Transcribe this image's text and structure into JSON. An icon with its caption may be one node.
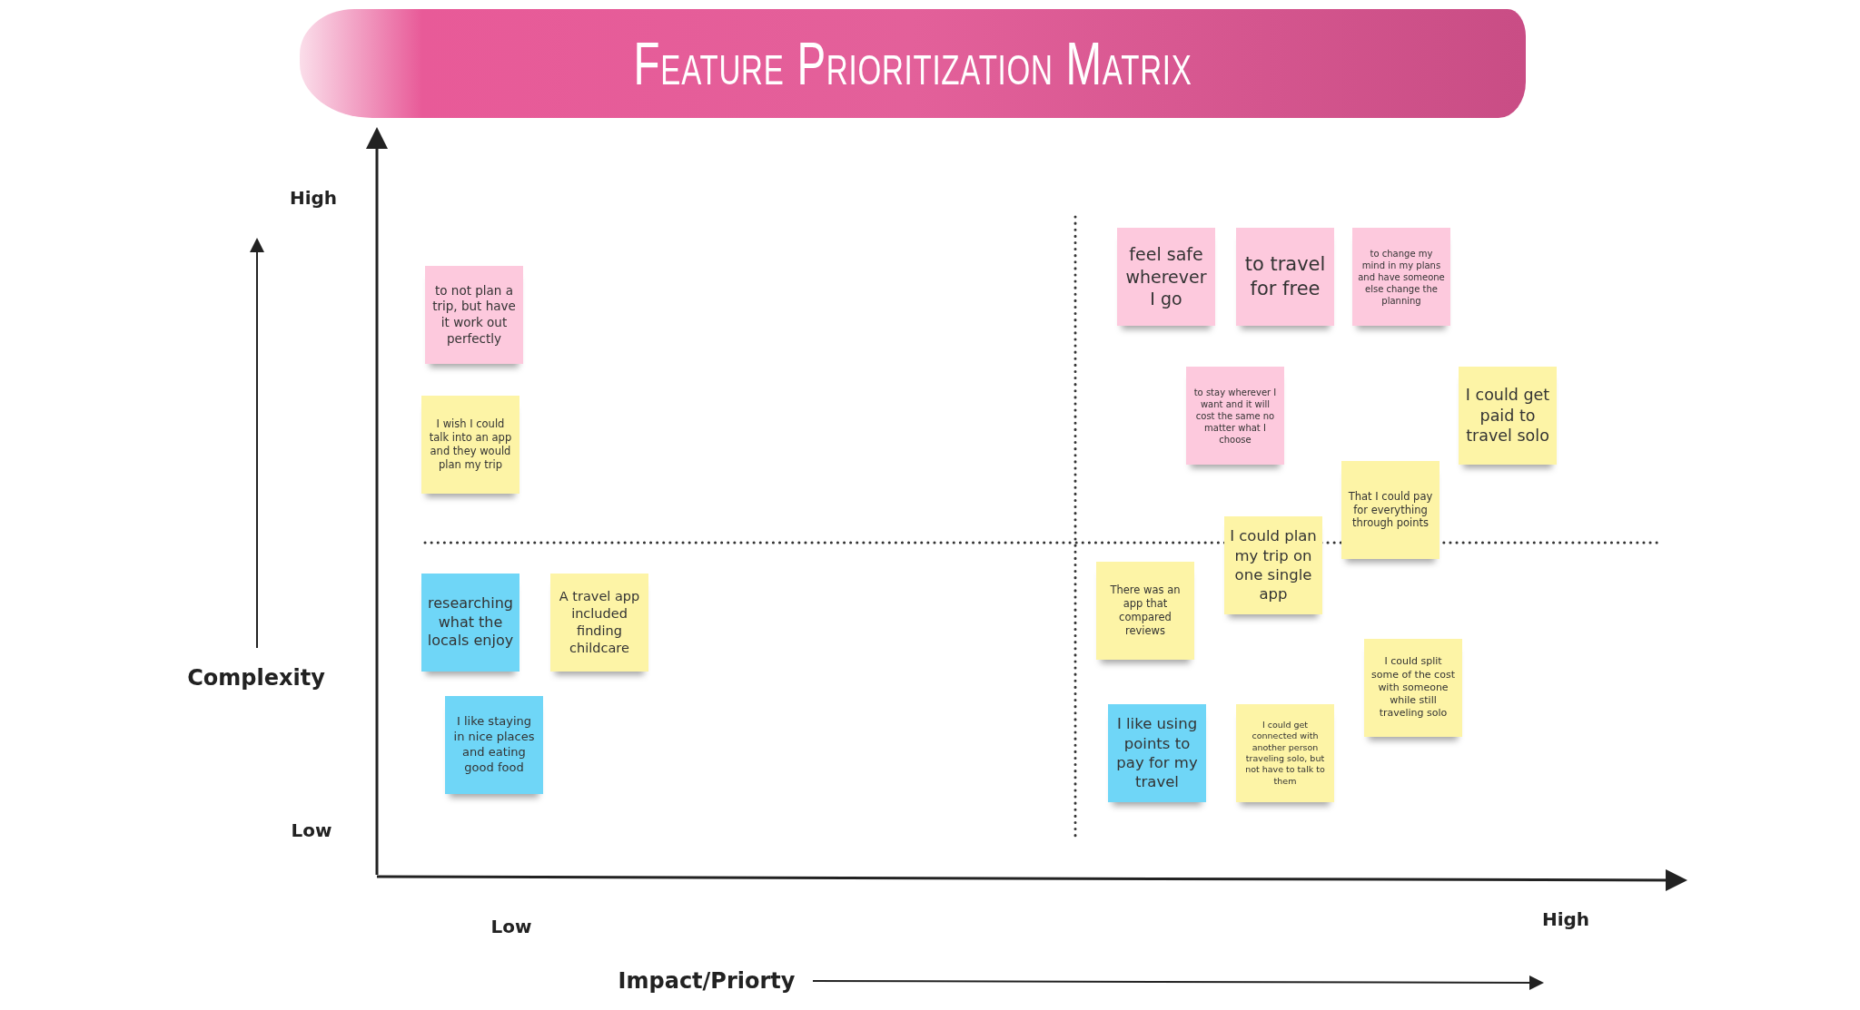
{
  "diagram": {
    "title": "Feature Prioritization Matrix",
    "nodes": [
      {
        "text": [
          "to not plan a trip, but have it work out perfectly"
        ]
      },
      {
        "text": [
          "I wish I could talk into an app and they would plan my trip"
        ]
      },
      {
        "text": [
          "researching what the locals enjoy"
        ]
      },
      {
        "text": [
          "A travel app included finding childcare"
        ]
      },
      {
        "text": [
          "I like staying in nice places and eating good food"
        ]
      },
      {
        "text": [
          "feel safe wherever I go"
        ]
      },
      {
        "text": [
          "to travel for free"
        ]
      },
      {
        "text": [
          "to change my mind in my plans and have someone else change the planning"
        ]
      },
      {
        "text": [
          "to stay wherever I want and it will cost the same no matter what I choose"
        ]
      },
      {
        "text": [
          "I could get paid to travel solo"
        ]
      },
      {
        "text": [
          "That I could pay for everything through points"
        ]
      },
      {
        "text": [
          "I could plan my trip on one single app"
        ]
      },
      {
        "text": [
          "There was an app that compared reviews"
        ]
      },
      {
        "text": [
          "I could split some of the cost with someone while still traveling solo"
        ]
      },
      {
        "text": [
          "I like using points to pay for my travel"
        ]
      },
      {
        "text": [
          "I could get connected with another person traveling solo, but not have to talk to them"
        ]
      }
    ],
    "labels": [
      "High",
      "Complexity",
      "Low",
      "Low",
      "High",
      "Impact/Priorty"
    ]
  }
}
